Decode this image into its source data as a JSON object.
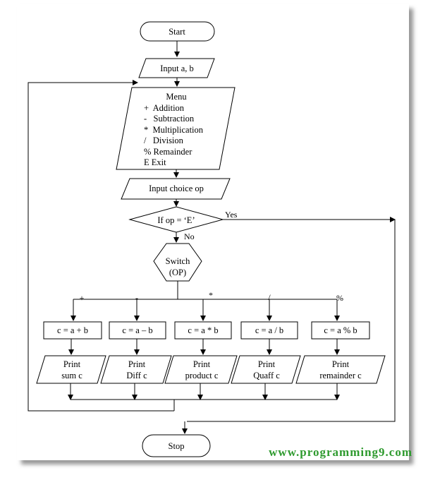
{
  "start": "Start",
  "input_ab": "Input a, b",
  "menu": {
    "title": "Menu",
    "items": [
      "+  Addition",
      "-   Subtraction",
      "*  Multiplication",
      "/   Division",
      "% Remainder",
      "E Exit"
    ]
  },
  "input_choice": "Input choice op",
  "decision": "If op = ‘E’",
  "yes": "Yes",
  "no": "No",
  "switch": [
    "Switch",
    "(OP)"
  ],
  "cases": [
    {
      "op": "+",
      "calc": "c = a + b",
      "print": [
        "Print",
        "sum c"
      ]
    },
    {
      "op": "-",
      "calc": "c = a – b",
      "print": [
        "Print",
        "Diff c"
      ]
    },
    {
      "op": "*",
      "calc": "c = a * b",
      "print": [
        "Print",
        "product c"
      ]
    },
    {
      "op": "/",
      "calc": "c = a / b",
      "print": [
        "Print",
        "Quaff c"
      ]
    },
    {
      "op": "%",
      "calc": "c = a % b",
      "print": [
        "Print",
        "remainder c"
      ]
    }
  ],
  "stop": "Stop",
  "watermark": "www.programming9.com"
}
